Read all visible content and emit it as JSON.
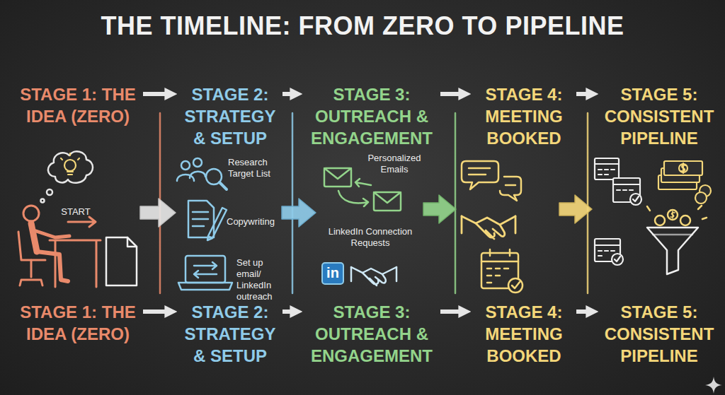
{
  "diagram": {
    "title": "THE TIMELINE: FROM ZERO TO PIPELINE",
    "nodes": [
      {
        "text": [
          "STAGE 1: THE IDEA (ZERO)"
        ]
      },
      {
        "text": [
          "STAGE 2: STRATEGY & SETUP"
        ]
      },
      {
        "text": [
          "STAGE 3: OUTREACH & ENGAGEMENT"
        ]
      },
      {
        "text": [
          "STAGE 4: MEETING BOOKED"
        ]
      },
      {
        "text": [
          "STAGE 5: CONSISTENT PIPELINE"
        ]
      },
      {
        "text": [
          "STAGE 1: THE IDEA (ZERO)"
        ]
      },
      {
        "text": [
          "STAGE 2: STRATEGY & SETUP"
        ]
      },
      {
        "text": [
          "STAGE 3: OUTREACH & ENGAGEMENT"
        ]
      },
      {
        "text": [
          "STAGE 4: MEETING BOOKED"
        ]
      },
      {
        "text": [
          "STAGE 5: CONSISTENT PIPELINE"
        ]
      }
    ],
    "edges": [
      {
        "from": 0,
        "to": 1,
        "arrow": "to"
      },
      {
        "from": 1,
        "to": 2,
        "arrow": "to"
      },
      {
        "from": 2,
        "to": 3,
        "arrow": "to"
      },
      {
        "from": 3,
        "to": 4,
        "arrow": "to"
      },
      {
        "from": 5,
        "to": 6,
        "arrow": "to"
      },
      {
        "from": 6,
        "to": 7,
        "arrow": "to"
      },
      {
        "from": 7,
        "to": 8,
        "arrow": "to"
      },
      {
        "from": 8,
        "to": 9,
        "arrow": "to"
      }
    ],
    "labels": [
      "START",
      "Research Target List",
      "Copywriting",
      "Set up email/ LinkedIn outreach",
      "Personalized Emails",
      "LinkedIn Connection Requests",
      "in"
    ]
  }
}
